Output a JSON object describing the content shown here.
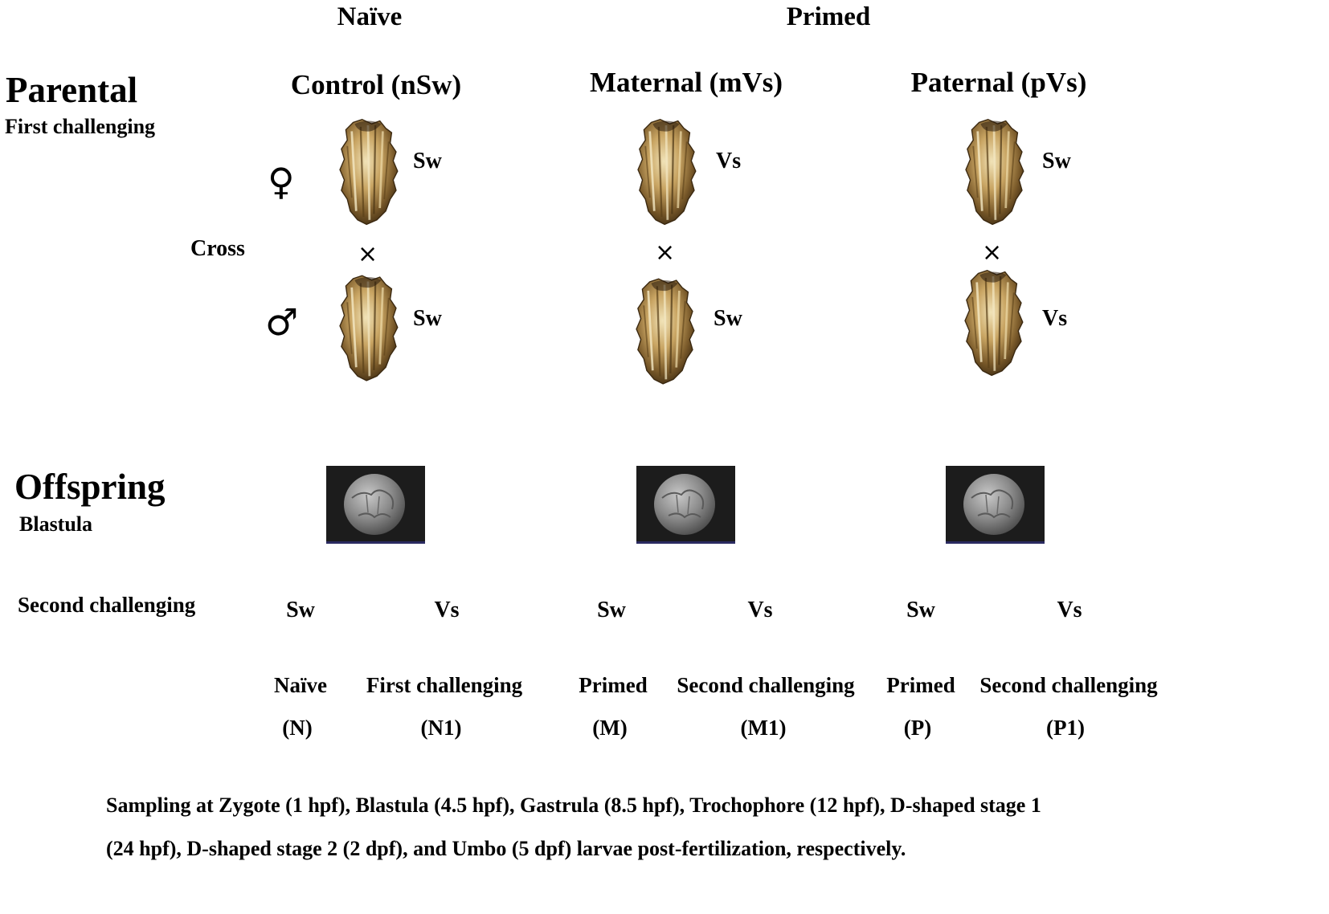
{
  "groups": {
    "naive": "Naïve",
    "primed": "Primed"
  },
  "parental": {
    "title": "Parental",
    "subtitle": "First challenging",
    "cross_label": "Cross",
    "female_symbol": "♀",
    "male_symbol": "♂",
    "cross_symbol": "×"
  },
  "columns": [
    {
      "title": "Control (nSw)",
      "female_treatment": "Sw",
      "male_treatment": "Sw"
    },
    {
      "title": "Maternal (mVs)",
      "female_treatment": "Vs",
      "male_treatment": "Sw"
    },
    {
      "title": "Paternal (pVs)",
      "female_treatment": "Sw",
      "male_treatment": "Vs"
    }
  ],
  "offspring": {
    "title": "Offspring",
    "subtitle": "Blastula"
  },
  "second_challenge": {
    "label": "Second challenging",
    "treatments": [
      "Sw",
      "Vs",
      "Sw",
      "Vs",
      "Sw",
      "Vs"
    ]
  },
  "outcomes": [
    {
      "name": "Naïve",
      "code": "(N)"
    },
    {
      "name": "First challenging",
      "code": "(N1)"
    },
    {
      "name": "Primed",
      "code": "(M)"
    },
    {
      "name": "Second challenging",
      "code": "(M1)"
    },
    {
      "name": "Primed",
      "code": "(P)"
    },
    {
      "name": "Second challenging",
      "code": "(P1)"
    }
  ],
  "footnote": {
    "line1": "Sampling at Zygote (1 hpf), Blastula (4.5 hpf), Gastrula (8.5 hpf), Trochophore (12 hpf), D-shaped stage 1",
    "line2": "(24 hpf), D-shaped stage 2 (2 dpf), and Umbo (5 dpf) larvae post-fertilization, respectively."
  },
  "colors": {
    "text": "#000000",
    "shell_light": "#e8d6a6",
    "shell_mid": "#b08a4a",
    "shell_dark": "#4a3418",
    "sem_background": "#1c1c1c",
    "sem_embryo": "#8a8a8a"
  }
}
